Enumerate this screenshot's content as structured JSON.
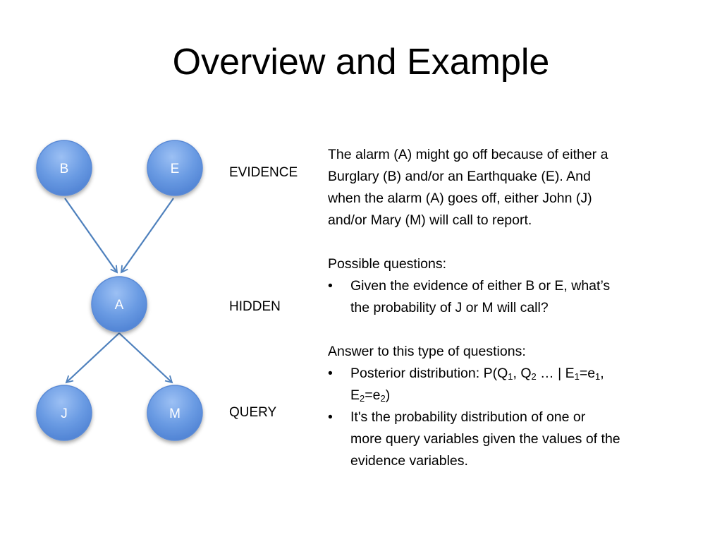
{
  "slide": {
    "title": "Overview and Example"
  },
  "diagram": {
    "nodes": [
      {
        "id": "B",
        "label": "B"
      },
      {
        "id": "E",
        "label": "E"
      },
      {
        "id": "A",
        "label": "A"
      },
      {
        "id": "J",
        "label": "J"
      },
      {
        "id": "M",
        "label": "M"
      }
    ],
    "edges": [
      {
        "from": "B",
        "to": "A"
      },
      {
        "from": "E",
        "to": "A"
      },
      {
        "from": "A",
        "to": "J"
      },
      {
        "from": "A",
        "to": "M"
      }
    ],
    "roles": {
      "evidence": "EVIDENCE",
      "hidden": "HIDDEN",
      "query": "QUERY"
    },
    "colors": {
      "node_fill": "#5b8fdc",
      "node_fill_light": "#8ab4f0",
      "node_stroke": "#4a7bc8",
      "edge": "#4f81bd"
    }
  },
  "text": {
    "intro_line1": "The alarm (A) might go off because of either a",
    "intro_line2": "Burglary (B) and/or an Earthquake (E). And",
    "intro_line3": "when the alarm (A) goes off, either John (J)",
    "intro_line4": "and/or Mary (M) will call to report.",
    "questions_heading": "Possible questions:",
    "question_bullet": "•",
    "question_line1": "Given the evidence of either B or E, what’s",
    "question_line2": "the probability of J or M will call?",
    "answer_heading": "Answer to this type of questions:",
    "answer1_bullet": "•",
    "answer1": {
      "prefix": "Posterior distribution: P(Q",
      "sub1": "1",
      "part2": ", Q",
      "sub2": "2",
      "part3": " … | E",
      "sub3": "1",
      "part4": "=e",
      "sub4": "1",
      "part5": ",",
      "line2_a": "E",
      "sub5": "2",
      "line2_b": "=e",
      "sub6": "2",
      "line2_c": ")"
    },
    "answer2_bullet": "•",
    "answer2_line1": "It's the probability distribution of one or",
    "answer2_line2": "more query variables given the values of the",
    "answer2_line3": "evidence variables."
  }
}
